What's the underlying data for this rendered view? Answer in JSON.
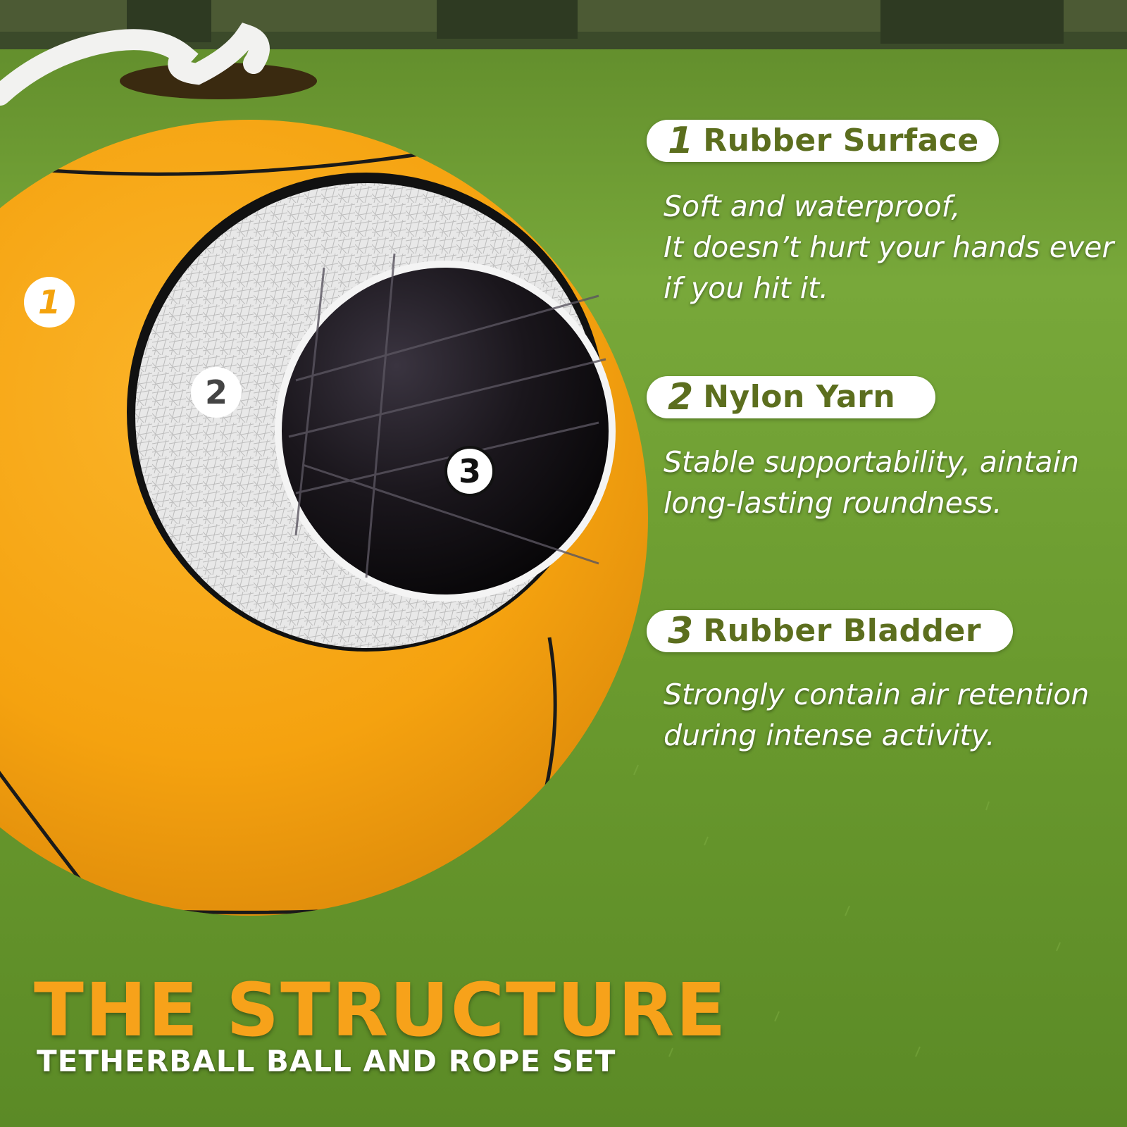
{
  "features": [
    {
      "number": "1",
      "title": "Rubber Surface",
      "lines": [
        "Soft and waterproof,",
        "It doesn’t hurt your hands ever",
        "if you hit it."
      ]
    },
    {
      "number": "2",
      "title": "Nylon Yarn",
      "lines": [
        "Stable supportability, aintain",
        "long-lasting roundness."
      ]
    },
    {
      "number": "3",
      "title": "Rubber Bladder",
      "lines": [
        "Strongly contain air retention",
        "during intense activity."
      ]
    }
  ],
  "markers": [
    "1",
    "2",
    "3"
  ],
  "heading": "THE STRUCTURE",
  "subheading": "TETHERBALL BALL AND ROPE SET",
  "colors": {
    "ball": "#f5a20f",
    "label_text": "#5c6e1e",
    "heading": "#f7a21a",
    "grass": "#6a9a2e"
  }
}
